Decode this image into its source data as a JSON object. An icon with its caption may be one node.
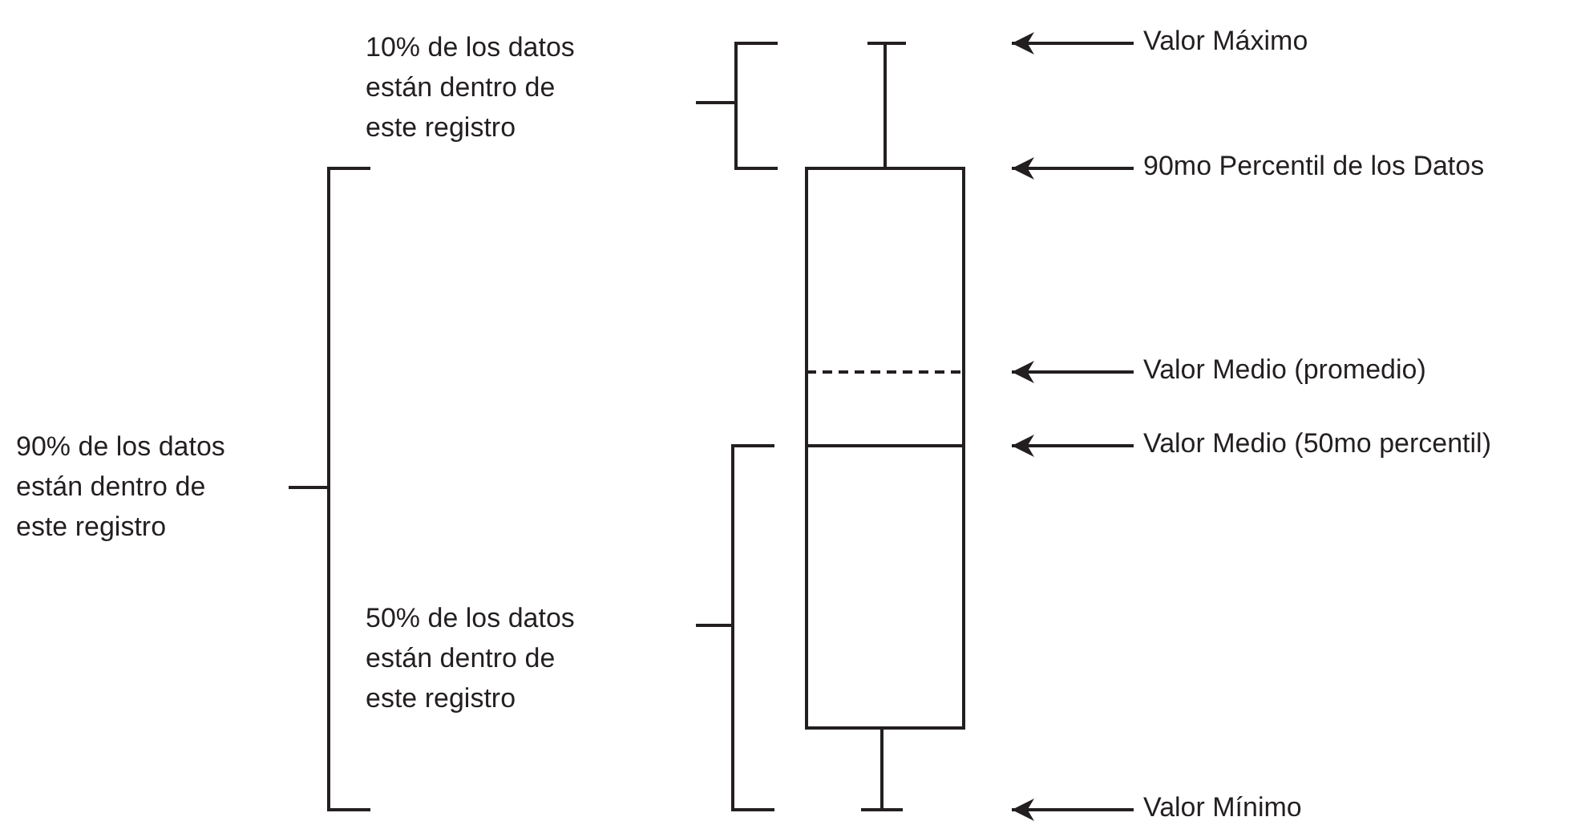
{
  "diagram": {
    "nodes": [
      {
        "text": [
          "Valor Máximo"
        ]
      },
      {
        "text": [
          "90mo Percentil de los Datos"
        ]
      },
      {
        "text": [
          "Valor Medio (promedio)"
        ]
      },
      {
        "text": [
          "Valor Medio (50mo percentil)"
        ]
      },
      {
        "text": [
          "Valor Mínimo"
        ]
      }
    ],
    "edges": [
      {
        "from": 0,
        "to": null,
        "arrow": "to"
      },
      {
        "from": 1,
        "to": null,
        "arrow": "to"
      },
      {
        "from": 2,
        "to": null,
        "arrow": "to"
      },
      {
        "from": 3,
        "to": null,
        "arrow": "to"
      },
      {
        "from": 4,
        "to": null,
        "arrow": "to"
      }
    ],
    "labels": [
      "10% de los datos están dentro de este registro",
      "90% de los datos están dentro de este registro",
      "50% de los datos están dentro de este registro"
    ]
  }
}
